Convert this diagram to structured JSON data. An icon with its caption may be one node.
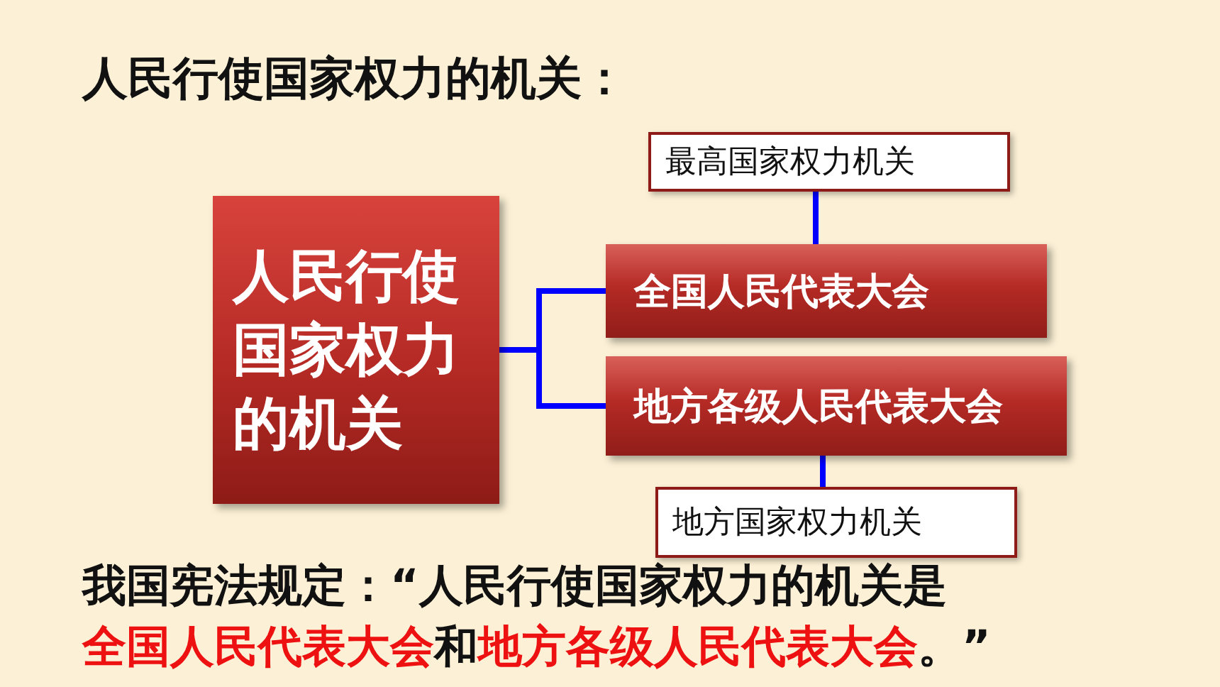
{
  "diagram": {
    "title": "人民行使国家权力的机关：",
    "nodes": [
      {
        "text": [
          "人民行使国家权力的机关"
        ]
      },
      {
        "text": [
          "最高国家权力机关"
        ]
      },
      {
        "text": [
          "全国人民代表大会"
        ]
      },
      {
        "text": [
          "地方各级人民代表大会"
        ]
      },
      {
        "text": [
          "地方国家权力机关"
        ]
      }
    ],
    "edges": [
      {
        "from": 0,
        "to": 2,
        "arrow": "none"
      },
      {
        "from": 0,
        "to": 3,
        "arrow": "none"
      },
      {
        "from": 1,
        "to": 2,
        "arrow": "none"
      },
      {
        "from": 3,
        "to": 4,
        "arrow": "none"
      }
    ],
    "labels": [
      "我国宪法规定：“人民行使国家权力的机关是",
      "全国人民代表大会",
      "和",
      "地方各级人民代表大会",
      "。”"
    ]
  }
}
